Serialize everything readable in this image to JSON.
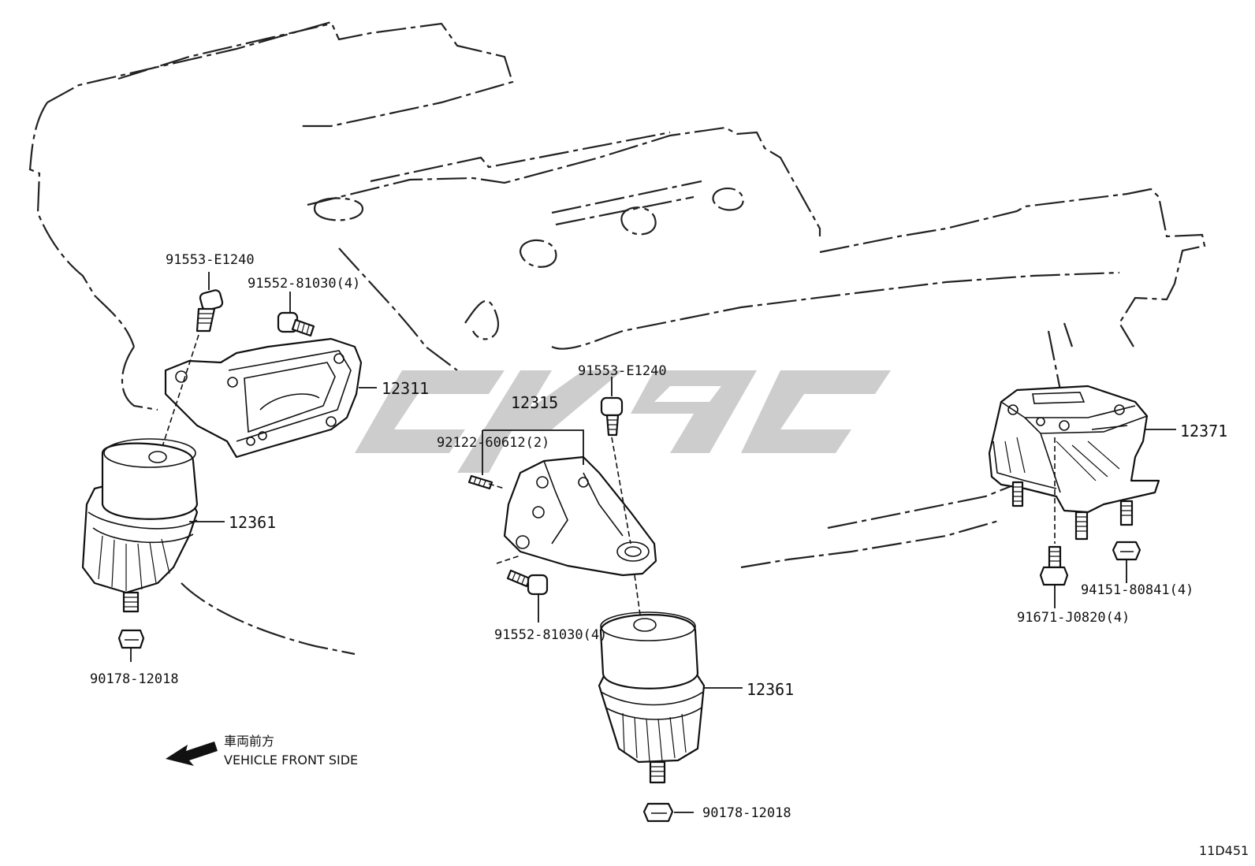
{
  "diagram_id": "11D451",
  "direction": {
    "japanese": "車両前方",
    "english": "VEHICLE FRONT SIDE"
  },
  "watermark": "cygc",
  "labels": {
    "p91553_left": "91553-E1240",
    "p91552_left": "91552-81030(4)",
    "p12311": "12311",
    "p12361_left": "12361",
    "p90178_left": "90178-12018",
    "p91553_mid": "91553-E1240",
    "p12315": "12315",
    "p92122": "92122-60612(2)",
    "p91552_mid": "91552-81030(4)",
    "p12361_mid": "12361",
    "p90178_mid": "90178-12018",
    "p12371": "12371",
    "p94151": "94151-80841(4)",
    "p91671": "91671-J0820(4)"
  },
  "colors": {
    "line": "#111111",
    "watermark": "#c8c8c8",
    "background": "#ffffff"
  }
}
